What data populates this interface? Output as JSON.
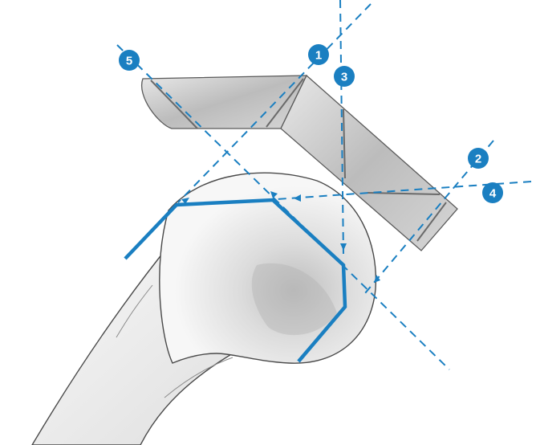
{
  "colors": {
    "accent": "#1a7fc1",
    "bone_outline": "#4a4a4a",
    "bone_fill": "#f2f2f2",
    "guide_fill": "#c9c9c9",
    "guide_edge": "#5a5a5a"
  },
  "markers": [
    {
      "id": "m1",
      "label": "1"
    },
    {
      "id": "m2",
      "label": "2"
    },
    {
      "id": "m3",
      "label": "3"
    },
    {
      "id": "m4",
      "label": "4"
    },
    {
      "id": "m5",
      "label": "5"
    }
  ]
}
